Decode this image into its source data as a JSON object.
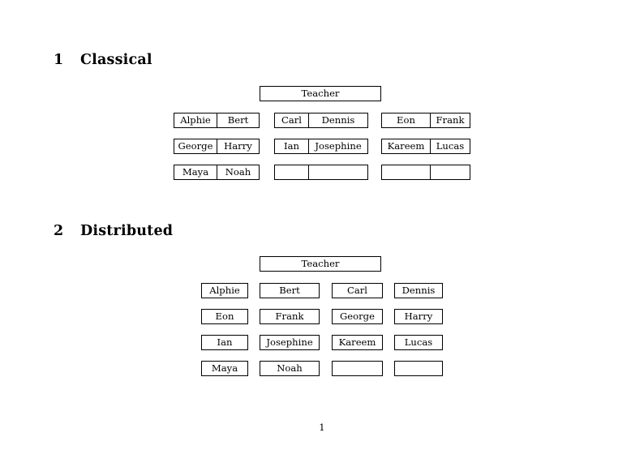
{
  "document": {
    "page_number": "1"
  },
  "sections": [
    {
      "number": "1",
      "title": "Classical",
      "teacher_label": "Teacher",
      "groups": [
        {
          "name": "group-a",
          "rows": [
            [
              "Alphie",
              "Bert"
            ],
            [
              "George",
              "Harry"
            ],
            [
              "Maya",
              "Noah"
            ]
          ]
        },
        {
          "name": "group-b",
          "rows": [
            [
              "Carl",
              "Dennis"
            ],
            [
              "Ian",
              "Josephine"
            ],
            [
              "",
              ""
            ]
          ]
        },
        {
          "name": "group-c",
          "rows": [
            [
              "Eon",
              "Frank"
            ],
            [
              "Kareem",
              "Lucas"
            ],
            [
              "",
              ""
            ]
          ]
        }
      ]
    },
    {
      "number": "2",
      "title": "Distributed",
      "teacher_label": "Teacher",
      "grid": [
        [
          "Alphie",
          "Bert",
          "Carl",
          "Dennis"
        ],
        [
          "Eon",
          "Frank",
          "George",
          "Harry"
        ],
        [
          "Ian",
          "Josephine",
          "Kareem",
          "Lucas"
        ],
        [
          "Maya",
          "Noah",
          "",
          ""
        ]
      ]
    }
  ]
}
